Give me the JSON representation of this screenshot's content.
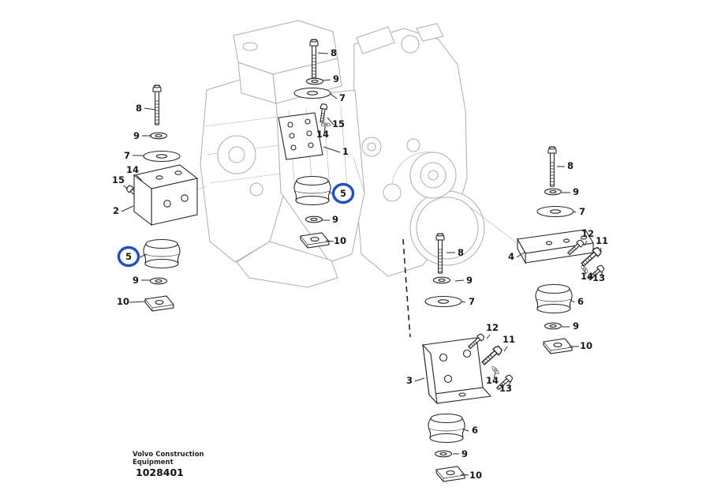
{
  "colors": {
    "highlight": "#1d4fc8",
    "line": "#23272b",
    "engine_sketch": "#a8aeb5"
  },
  "brand": {
    "line1": "Volvo Construction",
    "line2": "Equipment",
    "part_number": "1028401"
  },
  "callouts": [
    {
      "label": "8"
    },
    {
      "label": "9"
    },
    {
      "label": "7"
    },
    {
      "label": "14"
    },
    {
      "label": "15"
    },
    {
      "label": "2"
    },
    {
      "label": "5",
      "circled": true
    },
    {
      "label": "9"
    },
    {
      "label": "10"
    },
    {
      "label": "8"
    },
    {
      "label": "9"
    },
    {
      "label": "7"
    },
    {
      "label": "15"
    },
    {
      "label": "14"
    },
    {
      "label": "1"
    },
    {
      "label": "5",
      "circled": true
    },
    {
      "label": "9"
    },
    {
      "label": "10"
    },
    {
      "label": "8"
    },
    {
      "label": "9"
    },
    {
      "label": "7"
    },
    {
      "label": "12"
    },
    {
      "label": "11"
    },
    {
      "label": "4"
    },
    {
      "label": "14"
    },
    {
      "label": "13"
    },
    {
      "label": "6"
    },
    {
      "label": "9"
    },
    {
      "label": "10"
    },
    {
      "label": "8"
    },
    {
      "label": "9"
    },
    {
      "label": "7"
    },
    {
      "label": "12"
    },
    {
      "label": "11"
    },
    {
      "label": "3"
    },
    {
      "label": "14"
    },
    {
      "label": "13"
    },
    {
      "label": "6"
    },
    {
      "label": "9"
    },
    {
      "label": "10"
    }
  ]
}
